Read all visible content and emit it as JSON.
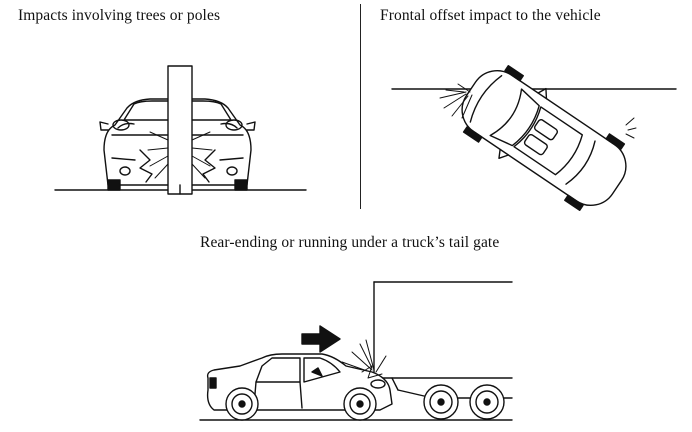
{
  "captions": {
    "trees": "Impacts involving trees or poles",
    "frontal": "Frontal offset impact to the vehicle",
    "rear": "Rear-ending or running under a truck’s tail gate"
  }
}
